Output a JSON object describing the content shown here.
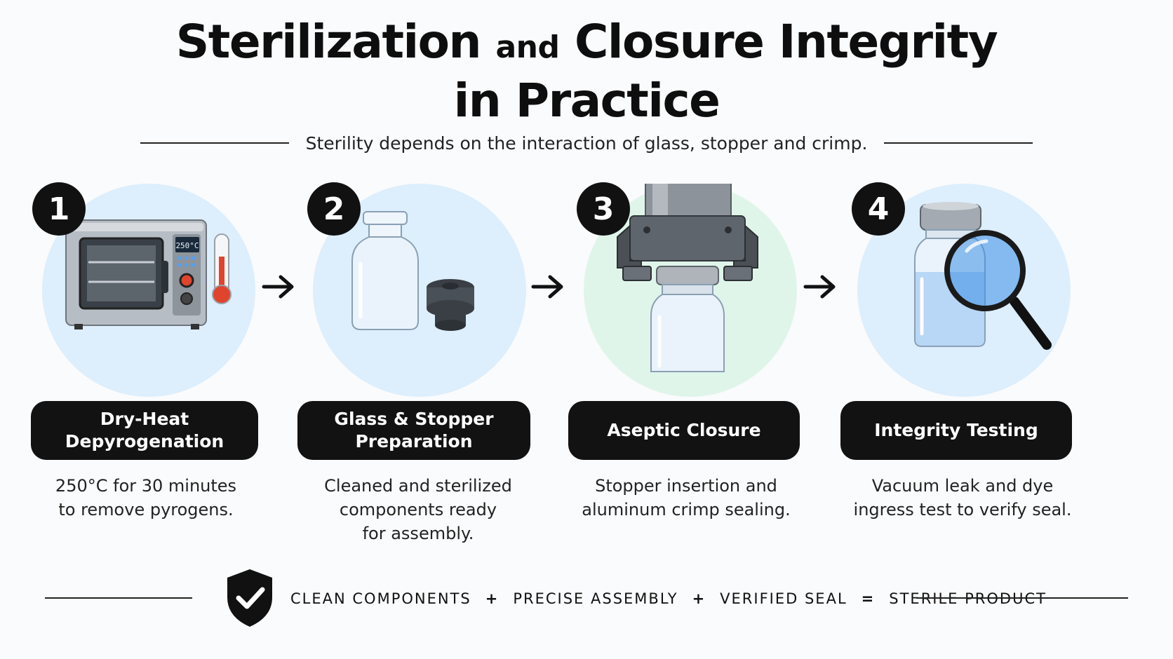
{
  "header": {
    "title_part1": "Sterilization",
    "title_part2": "and",
    "title_part3": "Closure Integrity",
    "title_line2": "in Practice",
    "subtitle": "Sterility depends on the interaction of glass, stopper and crimp."
  },
  "steps": [
    {
      "number": "1",
      "title_line1": "Dry-Heat",
      "title_line2": "Depyrogenation",
      "desc_lines": [
        "250°C for 30 minutes",
        "to remove pyrogens."
      ],
      "oven_display": "250°C"
    },
    {
      "number": "2",
      "title_line1": "Glass & Stopper",
      "title_line2": "Preparation",
      "desc_lines": [
        "Cleaned and sterilized",
        "components ready",
        "for assembly."
      ]
    },
    {
      "number": "3",
      "title_line1": "Aseptic Closure",
      "title_line2": "",
      "desc_lines": [
        "Stopper insertion and",
        "aluminum crimp sealing."
      ]
    },
    {
      "number": "4",
      "title_line1": "Integrity Testing",
      "title_line2": "",
      "desc_lines": [
        "Vacuum leak and dye",
        "ingress test to verify seal."
      ]
    }
  ],
  "footer": {
    "term1": "CLEAN COMPONENTS",
    "op1": "+",
    "term2": "PRECISE ASSEMBLY",
    "op2": "+",
    "term3": "VERIFIED SEAL",
    "op3": "=",
    "result": "STERILE PRODUCT"
  },
  "colors": {
    "circle_blue": "#ddeefc",
    "circle_green": "#e0f5ea",
    "pill_bg": "#121212",
    "thermometer_red": "#e0442c",
    "liquid_blue": "#3d8fe6"
  },
  "icons": {
    "step1": "oven-icon",
    "step2": "vial-and-stopper-icon",
    "step3": "crimping-tool-icon",
    "step4": "magnifier-on-vial-icon",
    "arrow": "arrow-right-icon",
    "footer": "shield-check-icon"
  }
}
